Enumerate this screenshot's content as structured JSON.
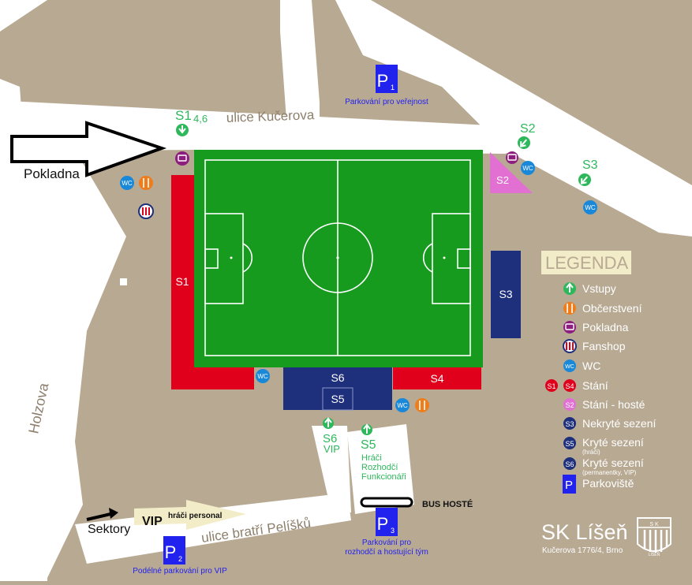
{
  "colors": {
    "ground": "#b8a993",
    "road": "#ffffff",
    "pitch": "#179b1f",
    "stand_red": "#e0001b",
    "stand_blue": "#1e2f7c",
    "stand_pink": "#e26fd2",
    "entry_green": "#2eb85c",
    "food_orange": "#f07d1c",
    "cash_purple": "#8c1f7e",
    "wc_blue": "#1a88d8",
    "parking_blue": "#2222ee",
    "vip_beige": "#f3ecc8"
  },
  "streets": {
    "kucerova": "ulice Kučerova",
    "holzova": "Holzova",
    "pelisku": "ulice bratří Pelíšků"
  },
  "labels": {
    "pokladna": "Pokladna",
    "sektory": "Sektory",
    "vip": "VIP",
    "hraci_personal": "hráči personal",
    "bus_hoste": "BUS HOSTÉ"
  },
  "entries": {
    "s1": "S1",
    "s1_sub": "4,6",
    "s2": "S2",
    "s3": "S3",
    "s6": "S6",
    "s6_vip": "VIP",
    "s5": "S5",
    "s5_lines": [
      "Hráči",
      "Rozhodčí",
      "Funkcionáři"
    ]
  },
  "stands": {
    "s1": "S1",
    "s2": "S2",
    "s3": "S3",
    "s4": "S4",
    "s5": "S5",
    "s6": "S6"
  },
  "parking": {
    "p1_number": "1",
    "p1_label": "Parkování pro veřejnost",
    "p2_number": "2",
    "p2_label": "Podélné parkování pro VIP",
    "p3_number": "3",
    "p3_line1": "Parkování pro",
    "p3_line2": "rozhodčí a hostující tým",
    "letter": "P"
  },
  "icons": {
    "wc": "WC"
  },
  "legend": {
    "title": "LEGENDA",
    "vstupy": "Vstupy",
    "obcerstveni": "Občerstvení",
    "pokladna": "Pokladna",
    "fanshop": "Fanshop",
    "wc": "WC",
    "stani": "Stání",
    "stani_hoste": "Stání - hosté",
    "nekryte": "Nekryté sezení",
    "kryte_hraci": "Kryté sezení",
    "kryte_hraci_sub": "(hráči)",
    "kryte_perm": "Kryté sezení",
    "kryte_perm_sub": "(permanentky, VIP)",
    "parkoviste": "Parkoviště",
    "badge_s1": "S1",
    "badge_s4": "S4",
    "badge_s2": "S2",
    "badge_s3": "S3",
    "badge_s5": "S5",
    "badge_s6": "S6",
    "badge_p": "P"
  },
  "club": {
    "name": "SK Líšeň",
    "address": "Kučerova 1776/4, Brno",
    "crest_top": "S K",
    "crest_bottom": "LÍŠEŇ"
  }
}
